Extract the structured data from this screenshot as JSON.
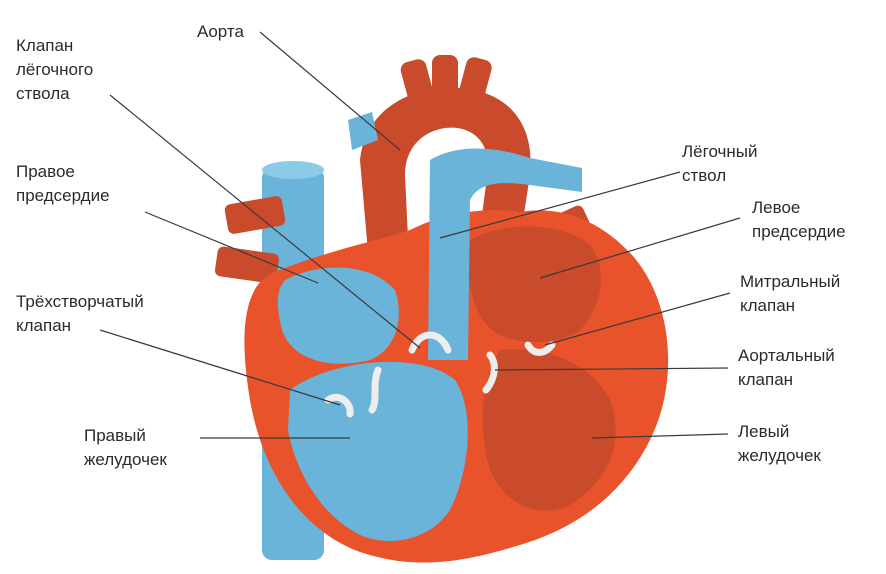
{
  "colors": {
    "oxygenated_red": "#c94b2c",
    "myocardium_orange": "#e8532c",
    "deoxygenated_blue": "#6ab3d9",
    "valve_white": "#eeeeee",
    "leader_line": "#3a3a3a"
  },
  "labels": {
    "aorta": [
      "Аорта"
    ],
    "pulmonary_valve": [
      "Клапан",
      "лёгочного",
      "ствола"
    ],
    "right_atrium": [
      "Правое",
      "предсердие"
    ],
    "tricuspid_valve": [
      "Трёхстворчатый",
      "клапан"
    ],
    "right_ventricle": [
      "Правый",
      "желудочек"
    ],
    "pulmonary_trunk": [
      "Лёгочный",
      "ствол"
    ],
    "left_atrium": [
      "Левое",
      "предсердие"
    ],
    "mitral_valve": [
      "Митральный",
      "клапан"
    ],
    "aortic_valve": [
      "Аортальный",
      "клапан"
    ],
    "left_ventricle": [
      "Левый",
      "желудочек"
    ]
  }
}
